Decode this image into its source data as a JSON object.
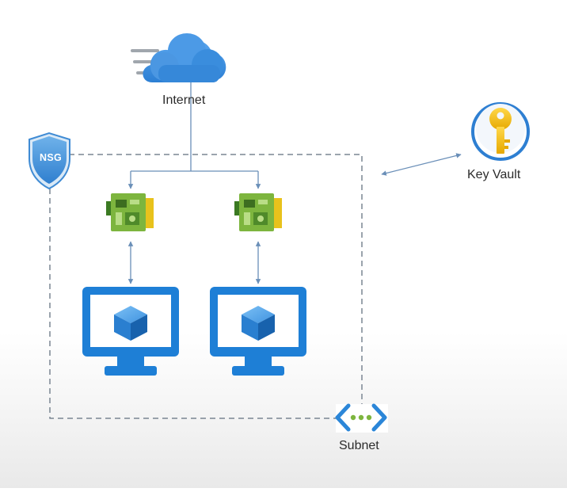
{
  "diagram": {
    "nodes": {
      "internet": {
        "label": "Internet",
        "icon": "cloud-icon"
      },
      "nsg": {
        "label": "NSG",
        "icon": "shield-icon"
      },
      "key_vault": {
        "label": "Key Vault",
        "icon": "key-icon"
      },
      "subnet": {
        "label": "Subnet",
        "icon": "subnet-icon"
      },
      "nic_left": {
        "icon": "network-interface-icon"
      },
      "nic_right": {
        "icon": "network-interface-icon"
      },
      "vm_left": {
        "icon": "virtual-machine-icon"
      },
      "vm_right": {
        "icon": "virtual-machine-icon"
      }
    },
    "edges": [
      {
        "from": "internet",
        "to": "nic_left"
      },
      {
        "from": "internet",
        "to": "nic_right"
      },
      {
        "from": "nic_left",
        "to": "vm_left",
        "bidirectional": true
      },
      {
        "from": "nic_right",
        "to": "vm_right",
        "bidirectional": true
      },
      {
        "from": "subnet",
        "to": "key_vault",
        "bidirectional": true
      }
    ],
    "colors": {
      "azure_blue": "#1e7fd6",
      "cloud_blue": "#3d8fe0",
      "nic_green": "#6ea83a",
      "key_gold": "#f5c000",
      "connector": "#6a8fb8",
      "dashed_border": "#7a8592"
    }
  }
}
